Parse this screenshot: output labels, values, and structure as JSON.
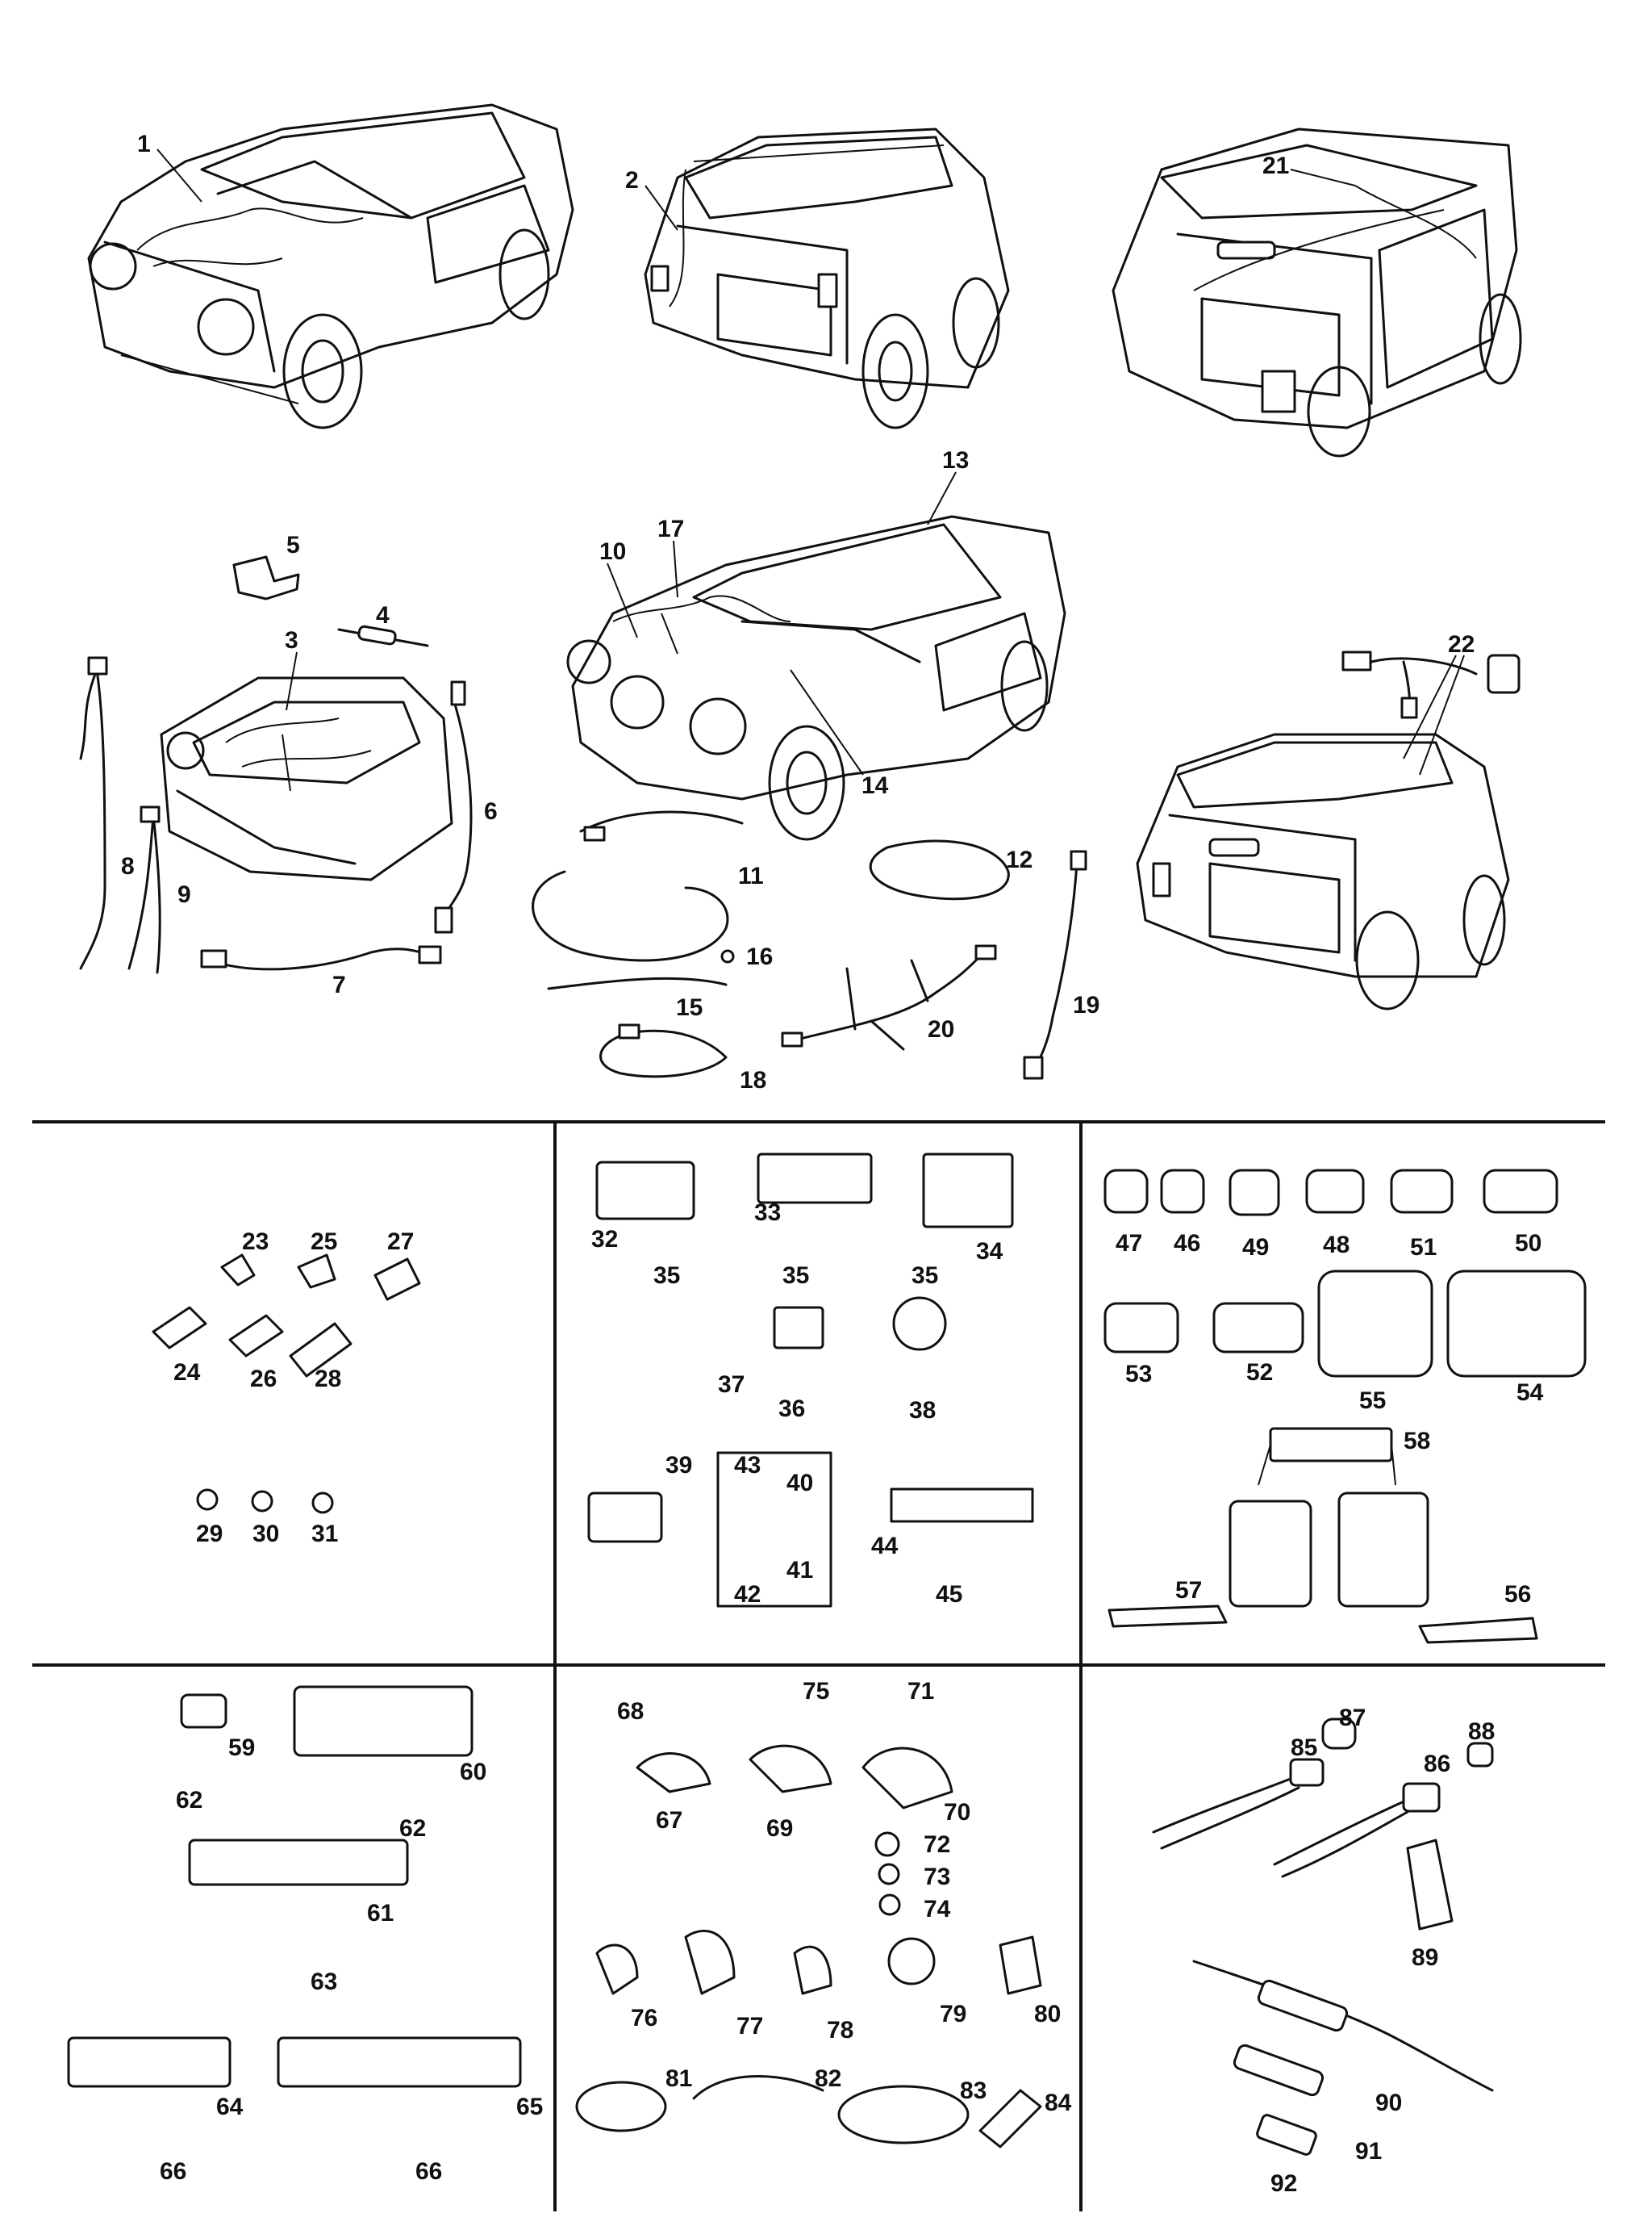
{
  "callouts": [
    "1",
    "2",
    "3",
    "4",
    "5",
    "6",
    "7",
    "8",
    "9",
    "10",
    "11",
    "12",
    "13",
    "14",
    "15",
    "16",
    "17",
    "18",
    "19",
    "20",
    "21",
    "22",
    "23",
    "24",
    "25",
    "26",
    "27",
    "28",
    "29",
    "30",
    "31",
    "32",
    "33",
    "34",
    "35",
    "35",
    "35",
    "36",
    "37",
    "38",
    "39",
    "40",
    "41",
    "42",
    "43",
    "44",
    "45",
    "46",
    "47",
    "48",
    "49",
    "50",
    "51",
    "52",
    "53",
    "54",
    "55",
    "56",
    "57",
    "58",
    "59",
    "60",
    "61",
    "62",
    "62",
    "63",
    "64",
    "65",
    "66",
    "66",
    "67",
    "68",
    "69",
    "70",
    "71",
    "72",
    "73",
    "74",
    "75",
    "76",
    "77",
    "78",
    "79",
    "80",
    "81",
    "82",
    "83",
    "84",
    "85",
    "86",
    "87",
    "88",
    "89",
    "90",
    "91",
    "92"
  ],
  "icons": {
    "car": "car-drawing-icon",
    "harness": "wiring-harness-icon",
    "connector": "connector-block-icon",
    "terminal": "terminal-icon",
    "clip": "cable-clip-icon",
    "bulb_holder": "bulb-holder-icon"
  }
}
